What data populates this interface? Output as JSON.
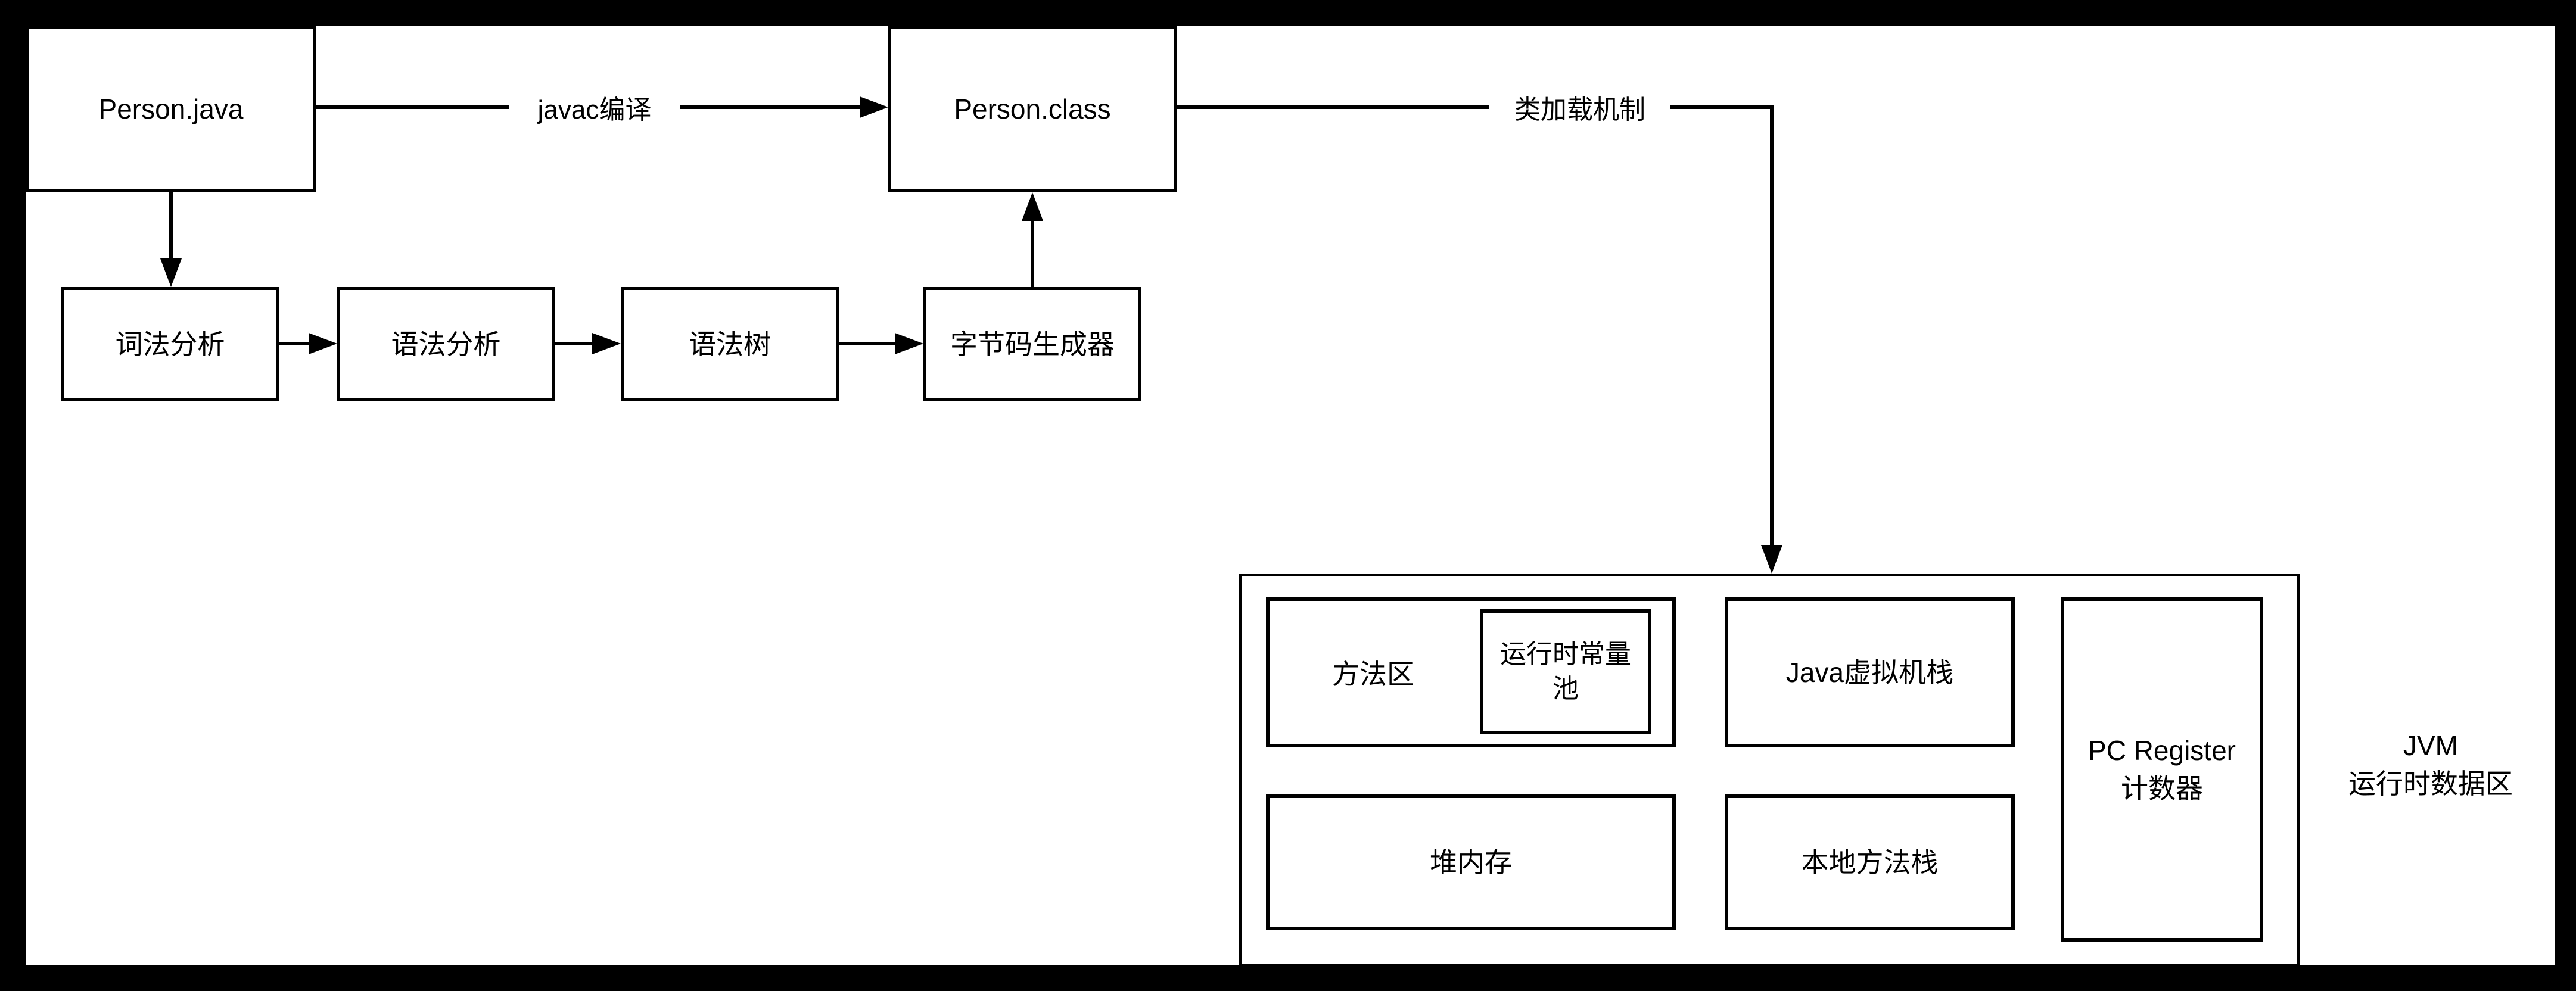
{
  "nodes": {
    "person_java": {
      "label": "Person.java"
    },
    "person_class": {
      "label": "Person.class"
    },
    "lexical": {
      "label": "词法分析"
    },
    "syntax": {
      "label": "语法分析"
    },
    "syntax_tree": {
      "label": "语法树"
    },
    "bytecode_gen": {
      "label": "字节码生成器"
    },
    "method_area": {
      "label": "方法区"
    },
    "runtime_constant_pool": {
      "label": "运行时常量池"
    },
    "java_vm_stack": {
      "label": "Java虚拟机栈"
    },
    "pc_register": {
      "line1": "PC Register",
      "line2": "计数器"
    },
    "heap": {
      "label": "堆内存"
    },
    "native_method_stack": {
      "label": "本地方法栈"
    }
  },
  "edges": {
    "javac": {
      "label": "javac编译"
    },
    "class_loading": {
      "label": "类加载机制"
    }
  },
  "region_label": {
    "line1": "JVM",
    "line2": "运行时数据区"
  },
  "colors": {
    "line": "#000000",
    "node_border": "#000000",
    "background": "#ffffff",
    "frame": "#000000"
  }
}
